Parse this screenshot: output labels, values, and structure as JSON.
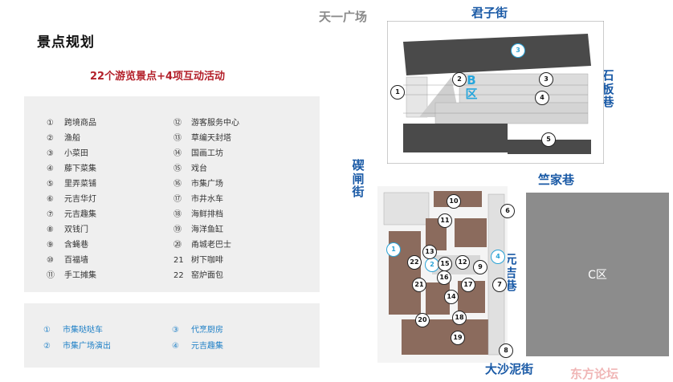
{
  "header": {
    "title": "景点规划",
    "subtitle": "22个游览景点+4项互动活动"
  },
  "attractions": [
    {
      "num": "①",
      "label": "跨境商品"
    },
    {
      "num": "②",
      "label": "渔船"
    },
    {
      "num": "③",
      "label": "小菜田"
    },
    {
      "num": "④",
      "label": "藤下菜集"
    },
    {
      "num": "⑤",
      "label": "里弄菜铺"
    },
    {
      "num": "⑥",
      "label": "元吉华灯"
    },
    {
      "num": "⑦",
      "label": "元吉趣集"
    },
    {
      "num": "⑧",
      "label": "双钱门"
    },
    {
      "num": "⑨",
      "label": "含蝇巷"
    },
    {
      "num": "⑩",
      "label": "百福墙"
    },
    {
      "num": "⑪",
      "label": "手工摊集"
    },
    {
      "num": "⑫",
      "label": "游客服务中心"
    },
    {
      "num": "⑬",
      "label": "草编天封塔"
    },
    {
      "num": "⑭",
      "label": "国画工坊"
    },
    {
      "num": "⑮",
      "label": "戏台"
    },
    {
      "num": "⑯",
      "label": "市集广场"
    },
    {
      "num": "⑰",
      "label": "市井水车"
    },
    {
      "num": "⑱",
      "label": "海鲜排档"
    },
    {
      "num": "⑲",
      "label": "海洋鱼缸"
    },
    {
      "num": "⑳",
      "label": "甬城老巴士"
    },
    {
      "num": "21",
      "label": "树下咖啡"
    },
    {
      "num": "22",
      "label": "窑炉面包"
    }
  ],
  "activities": [
    {
      "num": "①",
      "label": "市集哒哒车"
    },
    {
      "num": "②",
      "label": "市集广场演出"
    },
    {
      "num": "③",
      "label": "代烹厨房"
    },
    {
      "num": "④",
      "label": "元吉趣集"
    }
  ],
  "map": {
    "plaza": "天一广场",
    "streets": {
      "junzi": "君子街",
      "shiban": "石板巷",
      "zhujia": "竺家巷",
      "qizha": "碶闸街",
      "yuanji": "元吉巷",
      "dashani": "大沙泥街"
    },
    "zone_b": "B区",
    "zone_c": "C区",
    "markers_top": [
      "1",
      "2",
      "3",
      "3",
      "4",
      "5"
    ],
    "markers_bottom": [
      "1",
      "2",
      "4",
      "6",
      "7",
      "8",
      "9",
      "10",
      "11",
      "12",
      "13",
      "14",
      "15",
      "16",
      "17",
      "18",
      "19",
      "20",
      "21",
      "22"
    ]
  },
  "watermark": "东方论坛",
  "colors": {
    "title": "#111111",
    "subtitle": "#b3202a",
    "street": "#1a5aa6",
    "accent": "#27a6dc",
    "building_dark": "#4a4a4a",
    "building_brown": "#8b6b5d",
    "zone_c": "#8c8c8c"
  }
}
